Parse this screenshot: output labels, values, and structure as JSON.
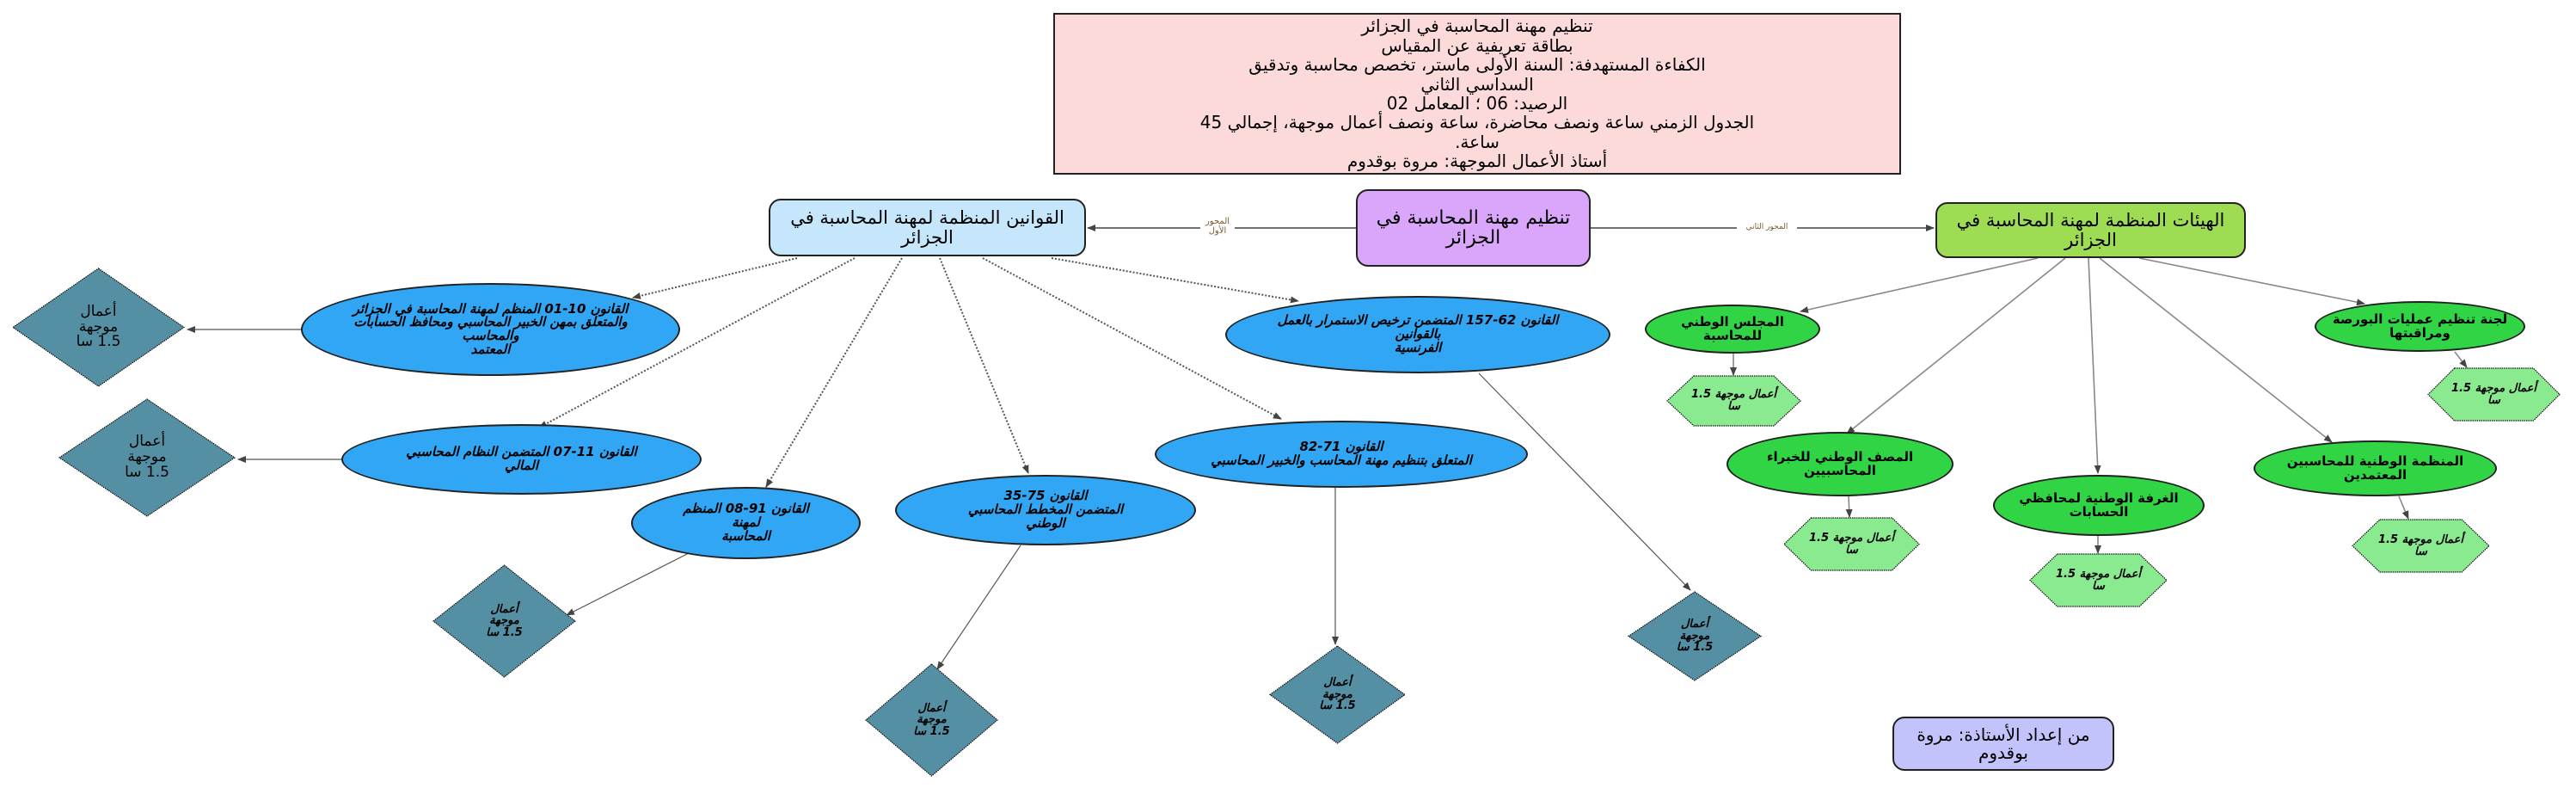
{
  "title_card": {
    "lines": "تنظيم مهنة المحاسبة في الجزائر\nبطاقة تعريفية عن المقياس\nالكفاءة المستهدفة: السنة الأولى ماستر، تخصص محاسبة وتدقيق\nالسداسي الثاني\nالرصيد: 06 ؛ المعامل 02\nالجدول الزمني ساعة ونصف محاضرة، ساعة ونصف أعمال موجهة، إجمالي 45\nساعة.\nأستاذ الأعمال الموجهة: مروة بوقدوم"
  },
  "center": {
    "label": "تنظيم مهنة المحاسبة في الجزائر"
  },
  "axes": {
    "first": "المحور\nالأول",
    "second": "المحور الثاني"
  },
  "laws": {
    "label": "القوانين المنظمة لمهنة المحاسبة في\nالجزائر",
    "items": [
      {
        "label": "القانون 10-01 المنظم لمهنة المحاسبة في الجزائر\nوالمتعلق بمهن الخبير المحاسبي ومحافظ الحسابات\nوالمحاسب\nالمعتمد"
      },
      {
        "label": "القانون 11-07 المتضمن النظام المحاسبي\nالمالي"
      },
      {
        "label": "القانون 91-08 المنظم\nلمهنة\nالمحاسبة"
      },
      {
        "label": "القانون 75-35\nالمتضمن المخطط المحاسبي\nالوطني"
      },
      {
        "label": "القانون 71-82\nالمتعلق بتنظيم مهنة المحاسب والخبير المحاسبي"
      },
      {
        "label": "القانون 62-157 المتضمن ترخيص الاستمرار بالعمل\nبالقوانين\nالفرنسية"
      }
    ],
    "tutorial_label": "أعمال\nموجهة\n1.5 سا"
  },
  "bodies": {
    "label": "الهيئات المنظمة لمهنة المحاسبة في\nالجزائر",
    "items": [
      {
        "label": "المجلس الوطني\nللمحاسبة"
      },
      {
        "label": "المصف الوطني للخبراء\nالمحاسبيين"
      },
      {
        "label": "الغرفة الوطنية لمحافظي\nالحسابات"
      },
      {
        "label": "المنظمة الوطنية للمحاسبين\nالمعتمدين"
      },
      {
        "label": "لجنة تنظيم عمليات البورصة\nومراقبتها"
      }
    ],
    "tutorial_label": "أعمال موجهة 1.5\nسا"
  },
  "footer": {
    "label": "من إعداد الأستاذة: مروة\nبوقدوم"
  },
  "colors": {
    "title_bg": "#fddada",
    "center_bg": "#daa6fb",
    "laws_bg": "#c6e6fb",
    "bodies_bg": "#9edc54",
    "law_ellipse": "#31a6f4",
    "body_ellipse": "#30d444",
    "diamond": "#558fa3",
    "hexagon": "#8aea8f",
    "footer_bg": "#c3c3fb"
  }
}
